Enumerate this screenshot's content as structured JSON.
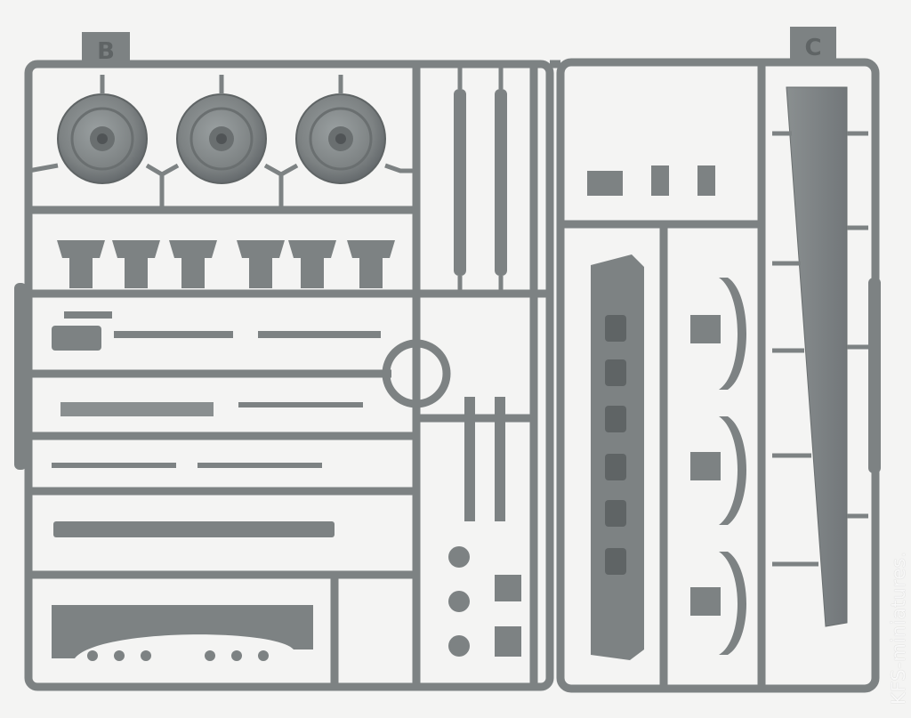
{
  "photo": {
    "subject": "plastic model kit sprue",
    "sprue_letters": [
      "B",
      "C"
    ],
    "watermark": "KFS-miniatures.",
    "colors": {
      "plastic": "#7d8283",
      "plastic_dark": "#5f6465",
      "plastic_light": "#9aa0a1",
      "background": "#f4f4f3"
    }
  }
}
